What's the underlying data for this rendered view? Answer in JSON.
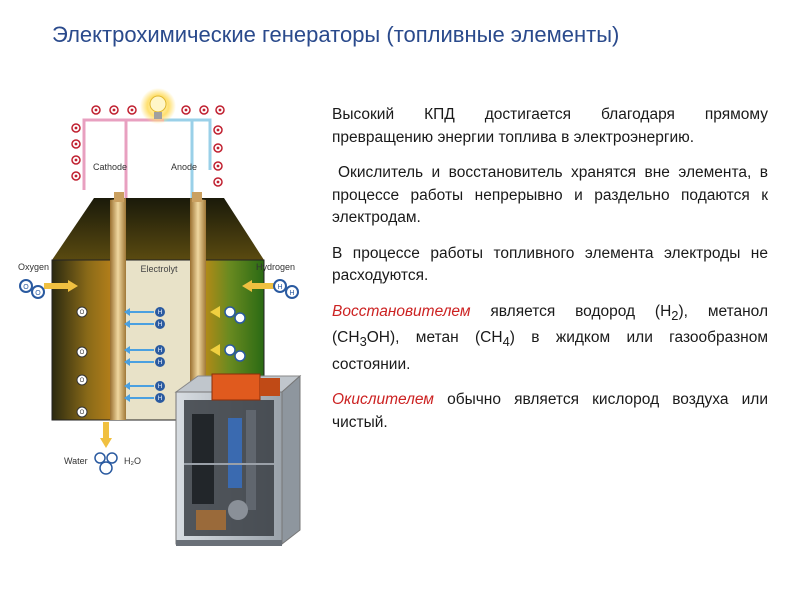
{
  "title": "Электрохимические генераторы (топливные элементы)",
  "paragraphs": [
    "Высокий КПД достигается благодаря прямому превращению энергии топлива в электроэнергию.",
    "Окислитель и восстановитель хранятся вне элемента, в процессе работы непрерывно и раздельно подаются к электродам.",
    "В процессе работы топливного элемента электроды не расходуются."
  ],
  "reductants": {
    "term": "Восстановителем",
    "text_1": " является водород (H",
    "sub_1": "2",
    "text_2": "), метанол (CH",
    "sub_2": "3",
    "text_3": "OH), метан (CH",
    "sub_3": "4",
    "text_4": ") в жидком или газообразном состоянии."
  },
  "oxidants": {
    "term": "Окислителем",
    "text": " обычно является кислород воздуха или чистый."
  },
  "diagram": {
    "cathode": "Cathode",
    "anode": "Anode",
    "electrolyte": "Electrolyt",
    "oxygen": "Oxygen",
    "hydrogen": "Hydrogen",
    "water": "Water",
    "h2o": "H₂O",
    "h_symbol": "H",
    "o_symbol": "O",
    "e_symbol": "e"
  },
  "colors": {
    "title": "#2a4a8c",
    "accent_red": "#cc2222",
    "electrode": "#c8a050",
    "cell_green": "#3a7a1a",
    "cell_orange": "#b86a10"
  }
}
